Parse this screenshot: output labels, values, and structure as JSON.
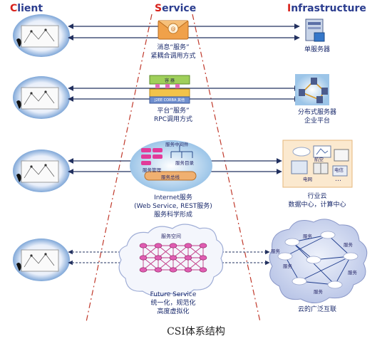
{
  "headers": {
    "client": {
      "first": "C",
      "rest": "lient"
    },
    "service": {
      "first": "S",
      "rest": "ervice"
    },
    "infrastructure": {
      "first": "I",
      "rest": "nfrastructure"
    }
  },
  "rows": [
    {
      "service_caption": [
        "消息“服务”",
        "紧耦合调用方式"
      ],
      "infra_caption": [
        "单服务器"
      ]
    },
    {
      "service_caption": [
        "平台“服务”",
        "RPC调用方式"
      ],
      "infra_caption": [
        "分布式服务器",
        "企业平台"
      ],
      "platform_labels": {
        "top": "容 器",
        "bottom": "J2EE  CORBA  其他"
      }
    },
    {
      "service_caption": [
        "Internet服务",
        "(Web Service, REST服务)",
        "服务科学形成"
      ],
      "infra_caption": [
        "行业云",
        "数据中心，计算中心"
      ],
      "internet_labels": {
        "middleware": "服务中间件",
        "mgmt": "服务管理",
        "registry": "服务目录",
        "bus": "服务总线"
      },
      "industry_labels": [
        "航空",
        "电信",
        "电网",
        "…"
      ]
    },
    {
      "service_caption": [
        "Future  Service",
        "统一化，规范化",
        "高度虚拟化"
      ],
      "infra_caption": [
        "云的广泛互联"
      ],
      "future_label": "服务空间",
      "cloud_labels": [
        "服务",
        "服务",
        "服务",
        "服务",
        "服务",
        "服务"
      ]
    }
  ],
  "title": "CSI体系结构",
  "colors": {
    "header_blue": "#2b3d8f",
    "header_red": "#d8201a",
    "caption_blue": "#1a2a6c",
    "arrow": "#22305f",
    "dashed_funnel": "#c0392b"
  }
}
